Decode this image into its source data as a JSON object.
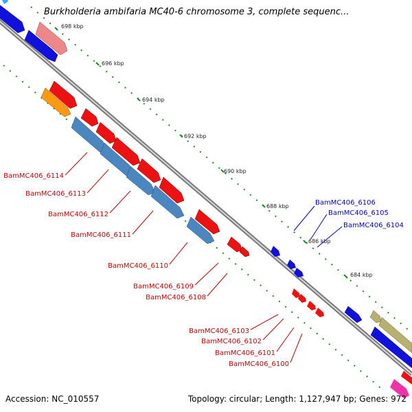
{
  "title": "Burkholderia ambifaria MC40-6 chromosome 3, complete sequenc...",
  "accession": "Accession: NC_010557",
  "stats": "Topology: circular; Length: 1,127,947 bp; Genes: 972",
  "colors": {
    "backbone": "#7a7a7a",
    "tick": "#1e8a1e",
    "red_label": "#cc0000",
    "blue_label": "#0000cc",
    "forward_red": "#ee1111",
    "reverse_blue": "#1111dd",
    "steel": "#4a86c0",
    "salmon": "#ee8888",
    "orange": "#ff9911",
    "olive": "#b8b070",
    "magenta": "#ee33aa"
  },
  "kbp_marks": [
    {
      "label": "698 kbp"
    },
    {
      "label": "696 kbp"
    },
    {
      "label": "694 kbp"
    },
    {
      "label": "692 kbp"
    },
    {
      "label": "690 kbp"
    },
    {
      "label": "688 kbp"
    },
    {
      "label": "686 kbp"
    },
    {
      "label": "684 kbp"
    }
  ],
  "gene_labels_red": [
    {
      "label": "BamMC406_6114"
    },
    {
      "label": "BamMC406_6113"
    },
    {
      "label": "BamMC406_6112"
    },
    {
      "label": "BamMC406_6111"
    },
    {
      "label": "BamMC406_6110"
    },
    {
      "label": "BamMC406_6109"
    },
    {
      "label": "BamMC406_6108"
    },
    {
      "label": "BamMC406_6103"
    },
    {
      "label": "BamMC406_6102"
    },
    {
      "label": "BamMC406_6101"
    },
    {
      "label": "BamMC406_6100"
    }
  ],
  "gene_labels_blue": [
    {
      "label": "BamMC406_6106"
    },
    {
      "label": "BamMC406_6105"
    },
    {
      "label": "BamMC406_6104"
    }
  ]
}
